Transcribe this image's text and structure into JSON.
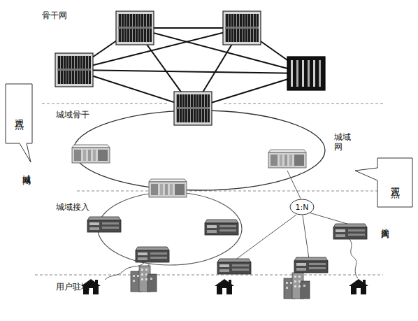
{
  "diagram": {
    "nodes": [
      {
        "text": [
          "观点二"
        ]
      },
      {
        "text": [
          "观点一"
        ]
      },
      {
        "text": [
          "1:N"
        ]
      }
    ],
    "labels": [
      "骨干网",
      "城域骨干",
      "城域网",
      "城域网",
      "城域接入",
      "接入网",
      "用户驻地"
    ]
  }
}
